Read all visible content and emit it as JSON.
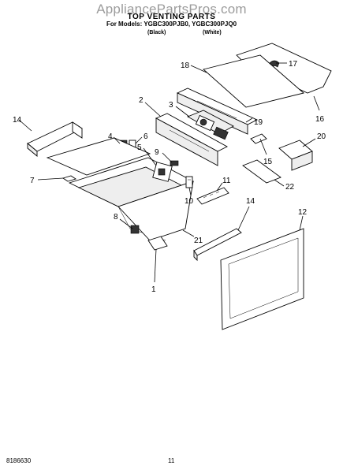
{
  "header": {
    "watermark": "AppliancePartsPros.com",
    "title": "TOP VENTING PARTS",
    "models": "For Models: YGBC300PJB0, YGBC300PJQ0",
    "color_black": "(Black)",
    "color_white": "(White)"
  },
  "footer": {
    "doc_number": "8186630",
    "page_number": "11"
  },
  "callouts": {
    "c1": "1",
    "c2": "2",
    "c3": "3",
    "c4": "4",
    "c5": "5",
    "c6": "6",
    "c7": "7",
    "c8": "8",
    "c9": "9",
    "c10": "10",
    "c11": "11",
    "c12": "12",
    "c14a": "14",
    "c14b": "14",
    "c15": "15",
    "c16": "16",
    "c17": "17",
    "c18": "18",
    "c19": "19",
    "c20": "20",
    "c21": "21",
    "c22": "22"
  }
}
